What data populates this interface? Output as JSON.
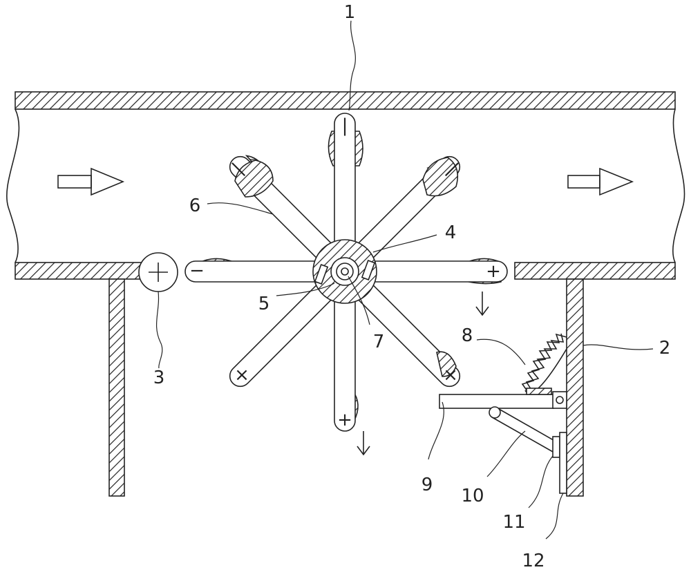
{
  "labels": {
    "l1": "1",
    "l2": "2",
    "l3": "3",
    "l4": "4",
    "l5": "5",
    "l6": "6",
    "l7": "7",
    "l8": "8",
    "l9": "9",
    "l10": "10",
    "l11": "11",
    "l12": "12"
  },
  "arm_marks": {
    "top": "|",
    "upper_right": "|",
    "right": "+",
    "lower_right": "×",
    "bottom": "+",
    "lower_left": "×",
    "left": "−",
    "upper_left": "|"
  },
  "icons": {
    "flow_arrow": "flow-arrow-icon",
    "down_arrow": "down-arrow-icon"
  }
}
